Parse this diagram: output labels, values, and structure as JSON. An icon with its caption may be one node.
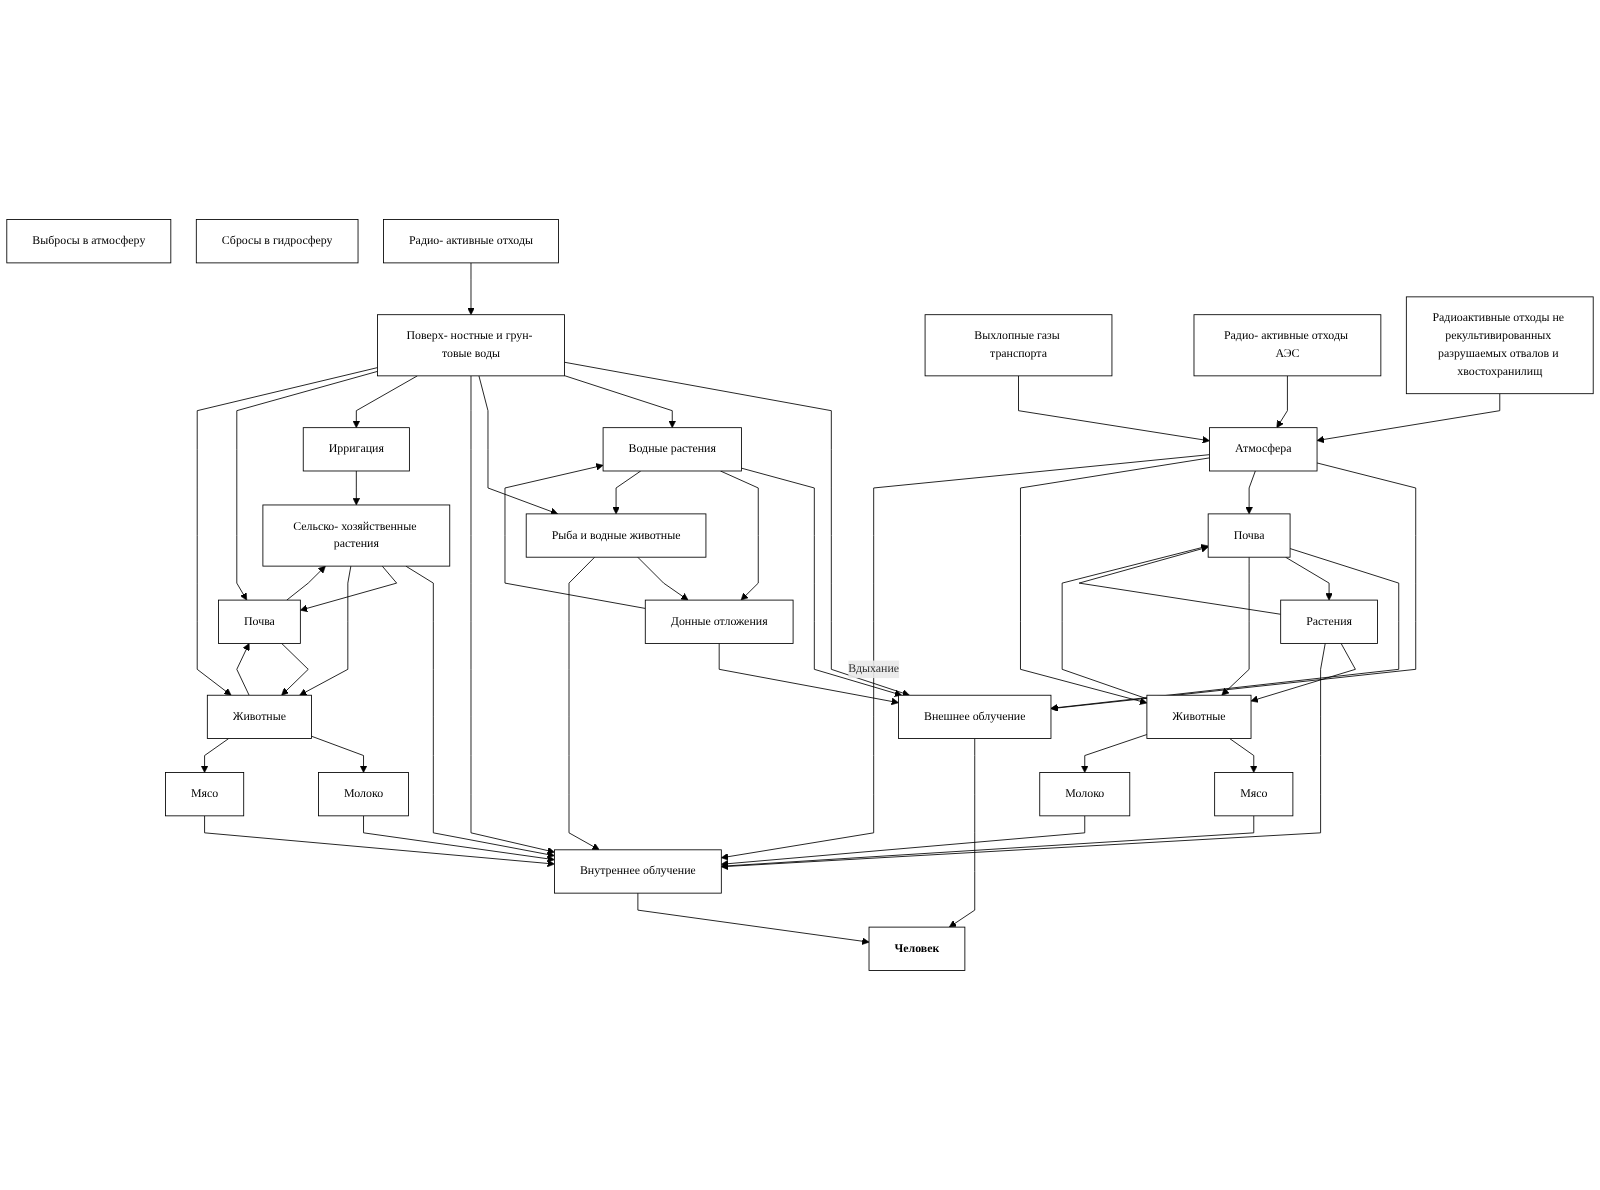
{
  "diagram": {
    "nodes": [
      {
        "text": [
          "Выбросы в атмосферу"
        ]
      },
      {
        "text": [
          "Сбросы в гидросферу"
        ]
      },
      {
        "text": [
          "Атмосфера"
        ]
      },
      {
        "text": [
          "Растения"
        ]
      },
      {
        "text": [
          "Внешнее облучение"
        ]
      },
      {
        "text": [
          "Водные растения"
        ]
      },
      {
        "text": [
          "Донные отложения"
        ]
      },
      {
        "text": [
          "Радио- активные отходы"
        ]
      },
      {
        "text": [
          "Почва"
        ]
      },
      {
        "text": [
          "Мясо"
        ]
      },
      {
        "text": [
          "Человек"
        ]
      },
      {
        "text": [
          "Рыба и водные животные"
        ]
      },
      {
        "text": [
          "Поверх- ностные и грун- товые воды"
        ]
      },
      {
        "text": [
          "Животные"
        ]
      },
      {
        "text": [
          "Внутреннее облучение"
        ]
      },
      {
        "text": [
          "Молоко"
        ]
      },
      {
        "text": [
          "Ирригация"
        ]
      },
      {
        "text": [
          "Выхлопные газы транспорта"
        ]
      },
      {
        "text": [
          "Сельско- хозяйственные растения"
        ]
      },
      {
        "text": [
          "Почва"
        ]
      },
      {
        "text": [
          "Молоко"
        ]
      },
      {
        "text": [
          "Животные"
        ]
      },
      {
        "text": [
          "Мясо"
        ]
      },
      {
        "text": [
          "Радио- активные отходы АЭС"
        ]
      },
      {
        "text": [
          "Радиоактивные отходы не рекультивированных разрушаемых отвалов и хвостохранилищ"
        ]
      }
    ],
    "edges": [
      {
        "from": 17,
        "to": 2,
        "arrow": "to"
      },
      {
        "from": 23,
        "to": 2,
        "arrow": "to"
      },
      {
        "from": 24,
        "to": 2,
        "arrow": "to"
      },
      {
        "from": 2,
        "to": 4,
        "arrow": "to"
      },
      {
        "from": 8,
        "to": 4,
        "arrow": "to"
      },
      {
        "from": 2,
        "to": 8,
        "arrow": "to"
      },
      {
        "from": 2,
        "to": 13,
        "arrow": "to"
      },
      {
        "from": 2,
        "to": 14,
        "label": "Вдыхание",
        "arrow": "to"
      },
      {
        "from": 8,
        "to": 3,
        "arrow": "to"
      },
      {
        "from": 3,
        "to": 8,
        "arrow": "to"
      },
      {
        "from": 3,
        "to": 13,
        "arrow": "to"
      },
      {
        "from": 8,
        "to": 13,
        "arrow": "to"
      },
      {
        "from": 13,
        "to": 8,
        "arrow": "to"
      },
      {
        "from": 13,
        "to": 9,
        "arrow": "to"
      },
      {
        "from": 13,
        "to": 15,
        "arrow": "to"
      },
      {
        "from": 3,
        "to": 14,
        "arrow": "to"
      },
      {
        "from": 9,
        "to": 14,
        "arrow": "to"
      },
      {
        "from": 15,
        "to": 14,
        "arrow": "to"
      },
      {
        "from": 4,
        "to": 10,
        "arrow": "to"
      },
      {
        "from": 14,
        "to": 10,
        "arrow": "to"
      },
      {
        "from": 5,
        "to": 4,
        "arrow": "to"
      },
      {
        "from": 6,
        "to": 4,
        "arrow": "to"
      },
      {
        "from": 12,
        "to": 4,
        "arrow": "to"
      },
      {
        "from": 5,
        "to": 6,
        "arrow": "to"
      },
      {
        "from": 6,
        "to": 5,
        "arrow": "to"
      },
      {
        "from": 7,
        "to": 12,
        "arrow": "to"
      },
      {
        "from": 12,
        "to": 5,
        "arrow": "to"
      },
      {
        "from": 5,
        "to": 11,
        "arrow": "to"
      },
      {
        "from": 11,
        "to": 6,
        "arrow": "to"
      },
      {
        "from": 12,
        "to": 11,
        "arrow": "to"
      },
      {
        "from": 11,
        "to": 14,
        "arrow": "to"
      },
      {
        "from": 12,
        "to": 14,
        "arrow": "to"
      },
      {
        "from": 12,
        "to": 16,
        "arrow": "to"
      },
      {
        "from": 16,
        "to": 18,
        "arrow": "to"
      },
      {
        "from": 18,
        "to": 14,
        "arrow": "to"
      },
      {
        "from": 12,
        "to": 19,
        "arrow": "to"
      },
      {
        "from": 18,
        "to": 19,
        "arrow": "to"
      },
      {
        "from": 19,
        "to": 18,
        "arrow": "to"
      },
      {
        "from": 18,
        "to": 21,
        "arrow": "to"
      },
      {
        "from": 19,
        "to": 21,
        "arrow": "to"
      },
      {
        "from": 21,
        "to": 19,
        "arrow": "to"
      },
      {
        "from": 12,
        "to": 21,
        "arrow": "to"
      },
      {
        "from": 21,
        "to": 20,
        "arrow": "to"
      },
      {
        "from": 21,
        "to": 22,
        "arrow": "to"
      },
      {
        "from": 20,
        "to": 14,
        "arrow": "to"
      },
      {
        "from": 22,
        "to": 14,
        "arrow": "to"
      }
    ]
  }
}
